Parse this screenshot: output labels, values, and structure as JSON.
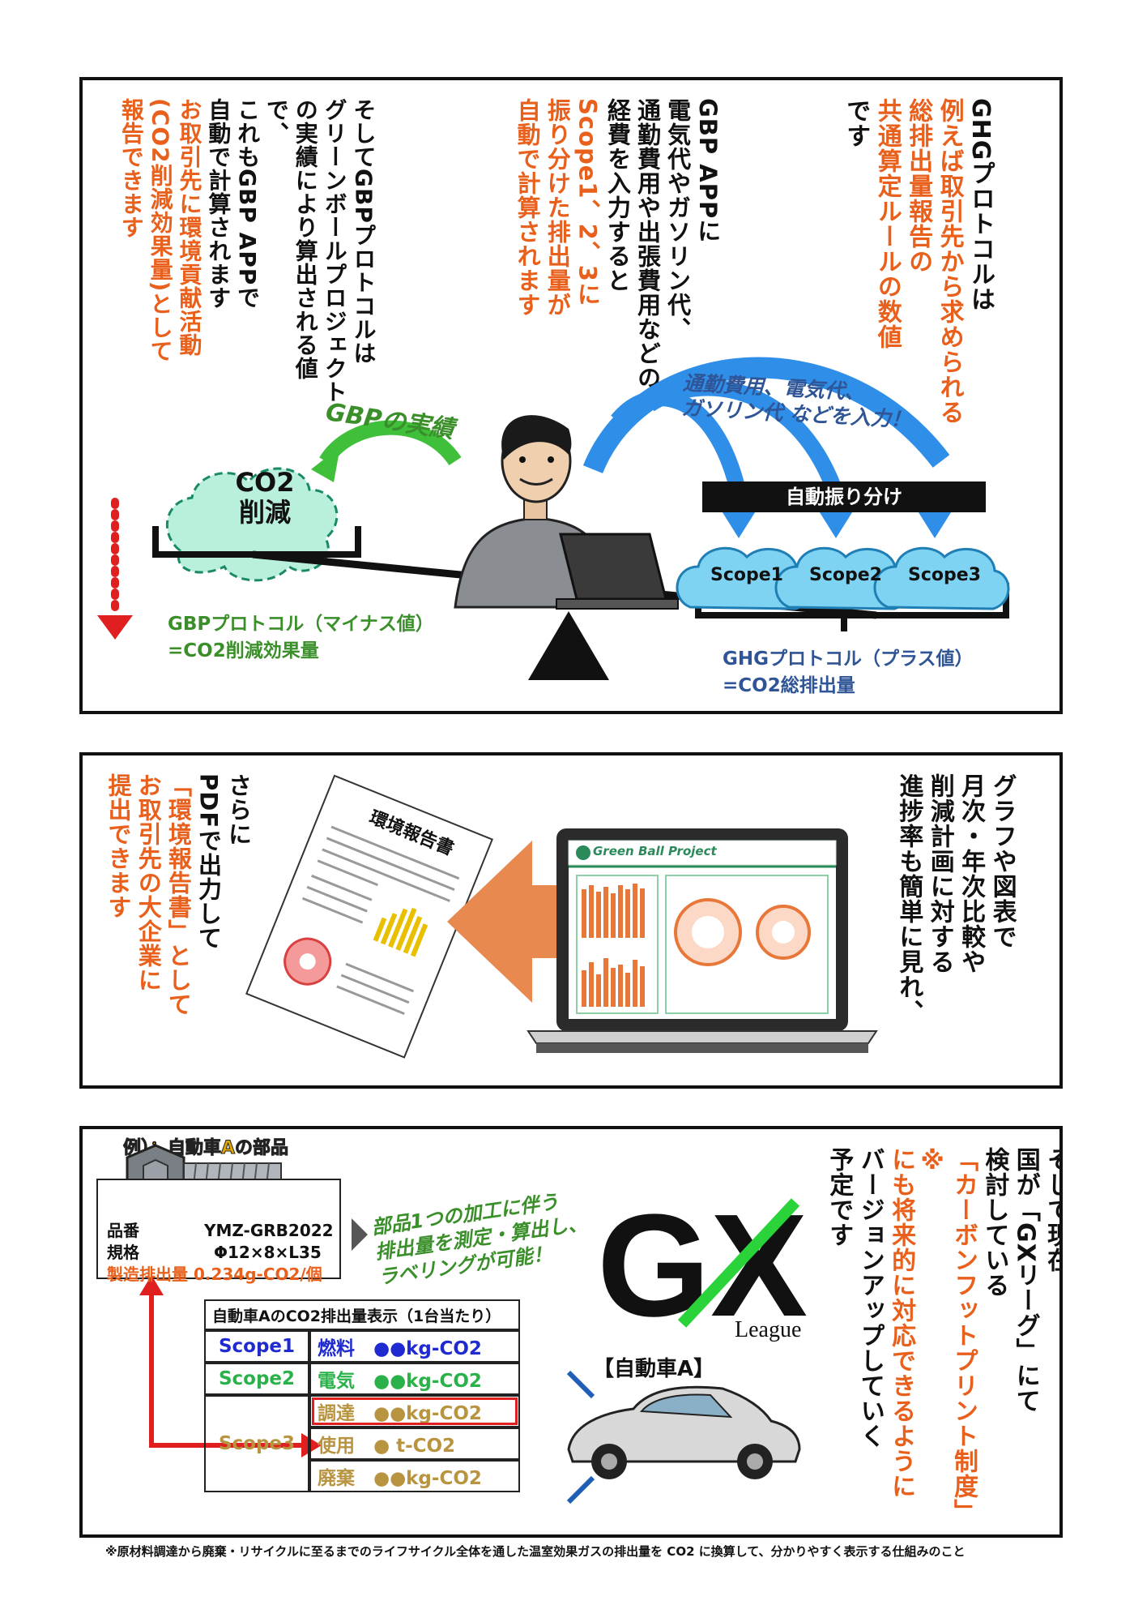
{
  "panel1": {
    "col_ghg": [
      "GHGプロトコルは",
      "例えば取引先から求められる",
      "総排出量報告の",
      "共通算定ルールの数値",
      "です"
    ],
    "col_app": [
      "GBP APPに",
      "電気代やガソリン代、",
      "通勤費用や出張費用などの",
      "経費を入力すると",
      "Scope1、2、3に",
      "振り分けた排出量が",
      "自動で計算されます"
    ],
    "col_gbp": [
      "そしてGBPプロトコルは",
      "グリーンボールプロジェクト",
      "の実績により算出される値で、",
      "これもGBP APPで",
      "自動で計算されます",
      "お取引先に環境貢献活動",
      "(CO2削減効果量)として",
      "報告できます"
    ],
    "input_note": [
      "通勤費用、電気代、",
      "ガソリン代 などを入力！"
    ],
    "auto_label": "自動振り分け",
    "scope_clouds": [
      "Scope1",
      "Scope2",
      "Scope3"
    ],
    "gbp_record": "GBPの実績",
    "co2_cloud": [
      "CO2",
      "削減"
    ],
    "gbp_caption": [
      "GBPプロトコル（マイナス値）",
      "=CO2削減効果量"
    ],
    "ghg_caption": [
      "GHGプロトコル（プラス値）",
      "=CO2総排出量"
    ]
  },
  "panel2": {
    "col_graph": [
      "グラフや図表で",
      "月次・年次比較や",
      "削減計画に対する",
      "進捗率も簡単に見れ、"
    ],
    "col_pdf": [
      "さらに",
      "PDFで出力して",
      "「環境報告書」として",
      "お取引先の大企業に",
      "提出できます"
    ],
    "report_title": "環境報告書",
    "app_brand": "Green Ball Project"
  },
  "panel3": {
    "example_label": "例）：自動車Aの部品",
    "part_label_1": "品番",
    "part_label_2": "規格",
    "part_no": "YMZ-GRB2022",
    "part_spec": "Φ12×8×L35",
    "part_emission": "製造排出量 0.234g-CO2/個",
    "processing_note": [
      "部品1つの加工に伴う",
      "排出量を測定・算出し、",
      "ラベリングが可能！"
    ],
    "gx_logo": "GX",
    "gx_sub": "League",
    "col_gx": [
      "そして現在",
      "国が「GXリーグ」にて",
      "検討している",
      "「カーボンフットプリント制度」※",
      "にも将来的に対応できるように",
      "バージョンアップしていく",
      "予定です"
    ],
    "car_label": "【自動車A】",
    "table_title": "自動車AのCO2排出量表示（1台当たり）",
    "table_rows": [
      {
        "scope": "Scope1",
        "item": "燃料",
        "value": "●●kg-CO2"
      },
      {
        "scope": "Scope2",
        "item": "電気",
        "value": "●●kg-CO2"
      },
      {
        "scope": "Scope3",
        "item": "調達",
        "value": "●●kg-CO2"
      },
      {
        "scope": "",
        "item": "使用",
        "value": "● t-CO2"
      },
      {
        "scope": "",
        "item": "廃棄",
        "value": "●●kg-CO2"
      }
    ]
  },
  "footnote": "※原材料調達から廃棄・リサイクルに至るまでのライフサイクル全体を通した温室効果ガスの排出量を CO2 に換算して、分かりやすく表示する仕組みのこと",
  "colors": {
    "accent_orange": "#e8601c",
    "gbp_green": "#3a8f2a",
    "ghg_blue": "#2f5597",
    "cloud_blue": "#7ed3f2",
    "cloud_mint": "#b9f0dc",
    "scope1_blue": "#1f2bd0",
    "scope2_green": "#2bb14a",
    "scope3_gold": "#b89440"
  }
}
